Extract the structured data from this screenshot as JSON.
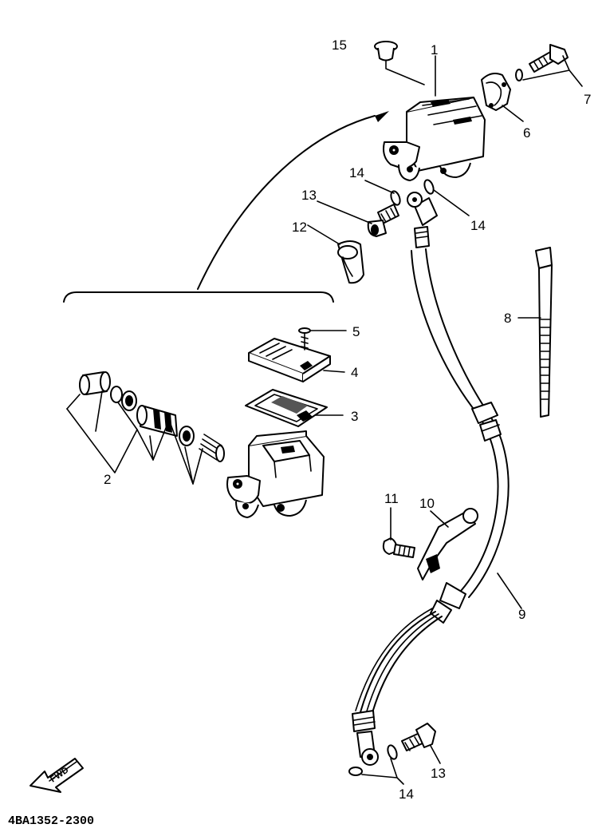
{
  "callouts": [
    {
      "id": "c1",
      "text": "1"
    },
    {
      "id": "c2",
      "text": "2"
    },
    {
      "id": "c3",
      "text": "3"
    },
    {
      "id": "c4",
      "text": "4"
    },
    {
      "id": "c5",
      "text": "5"
    },
    {
      "id": "c6",
      "text": "6"
    },
    {
      "id": "c7",
      "text": "7"
    },
    {
      "id": "c8",
      "text": "8"
    },
    {
      "id": "c9",
      "text": "9"
    },
    {
      "id": "c10",
      "text": "10"
    },
    {
      "id": "c11",
      "text": "11"
    },
    {
      "id": "c12",
      "text": "12"
    },
    {
      "id": "c13a",
      "text": "13"
    },
    {
      "id": "c13b",
      "text": "13"
    },
    {
      "id": "c14a",
      "text": "14"
    },
    {
      "id": "c14b",
      "text": "14"
    },
    {
      "id": "c14c",
      "text": "14"
    },
    {
      "id": "c15",
      "text": "15"
    }
  ],
  "fwd_label": "FWD",
  "diagram_code": "4BA1352-2300"
}
